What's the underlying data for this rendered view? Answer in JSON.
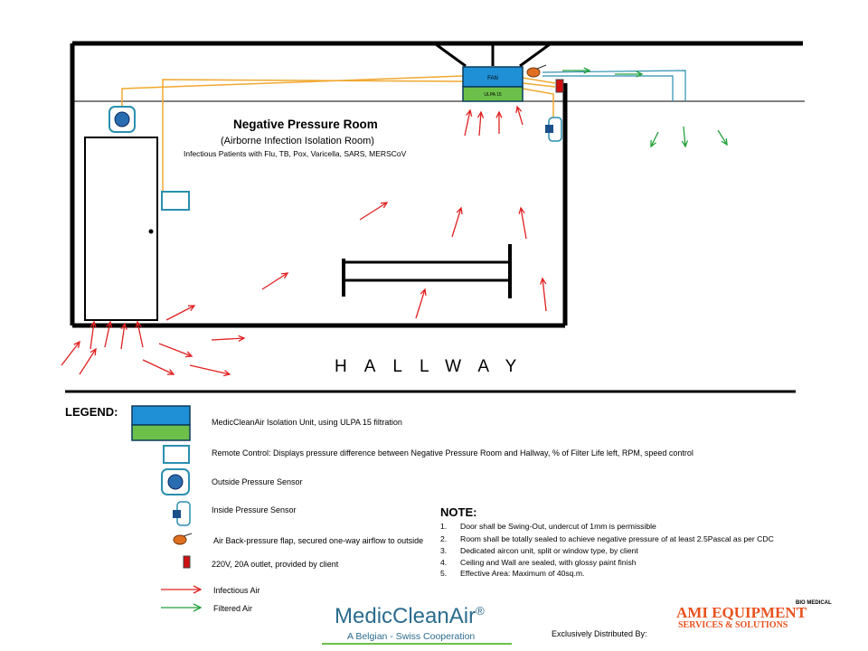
{
  "room": {
    "title": "Negative Pressure Room",
    "subtitle": "(Airborne Infection Isolation Room)",
    "patients": "Infectious Patients with Flu, TB, Pox, Varicella, SARS, MERSCoV"
  },
  "unit": {
    "fan_label": "FAN",
    "filter_label": "ULPA 15"
  },
  "hallway_label": "HALLWAY",
  "legend": {
    "title": "LEGEND:",
    "items": [
      {
        "icon": "isolation-unit-icon",
        "text": "MedicCleanAir Isolation Unit, using ULPA 15 filtration"
      },
      {
        "icon": "remote-control-icon",
        "text": "Remote Control: Displays pressure difference between Negative Pressure Room and Hallway, % of Filter Life left, RPM, speed control"
      },
      {
        "icon": "outside-pressure-sensor-icon",
        "text": "Outside Pressure Sensor"
      },
      {
        "icon": "inside-pressure-sensor-icon",
        "text": "Inside Pressure Sensor"
      },
      {
        "icon": "backpressure-flap-icon",
        "text": "Air Back-pressure flap, secured one-way airflow to outside"
      },
      {
        "icon": "outlet-icon",
        "text": "220V, 20A outlet, provided by client"
      },
      {
        "icon": "infectious-air-arrow-icon",
        "text": "Infectious Air"
      },
      {
        "icon": "filtered-air-arrow-icon",
        "text": "Filtered Air"
      }
    ]
  },
  "note": {
    "title": "NOTE:",
    "items": [
      {
        "num": "1.",
        "text": "Door shall be Swing-Out, undercut of 1mm is permissible"
      },
      {
        "num": "2.",
        "text": "Room shall be totally sealed to achieve negative pressure of at least 2.5Pascal as per CDC"
      },
      {
        "num": "3.",
        "text": "Dedicated aircon unit, split or window type, by client"
      },
      {
        "num": "4.",
        "text": "Ceiling and Wall are sealed, with glossy paint finish"
      },
      {
        "num": "5.",
        "text": "Effective Area: Maximum of 40sq.m."
      }
    ]
  },
  "footer": {
    "brand": "MedicCleanAir",
    "brand_mark": "®",
    "brand_sub": "A Belgian - Swiss Cooperation",
    "distributed": "Exclusively Distributed By:",
    "ami_line1": "AMI EQUIPMENT",
    "ami_line2": "SERVICES & SOLUTIONS",
    "ami_top": "BIO MEDICAL"
  },
  "colors": {
    "infectious": "#e02020",
    "filtered": "#22a03a",
    "unit_blue": "#1f8fd6",
    "unit_green": "#6cc04a",
    "sensor": "#2a8fb0",
    "wire": "#f0a830",
    "flap": "#e07020",
    "outlet": "#d01010"
  }
}
